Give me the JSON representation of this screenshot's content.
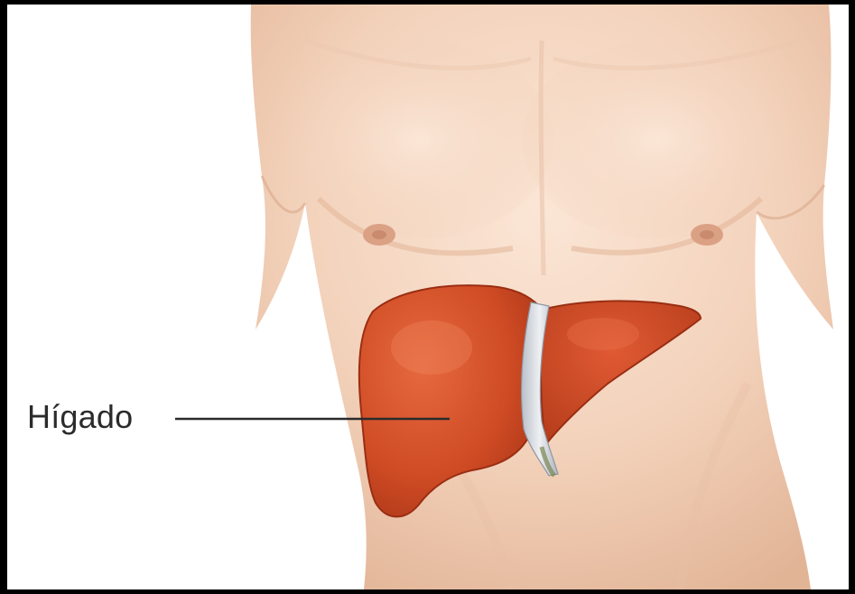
{
  "diagram": {
    "label": "Hígado"
  },
  "colors": {
    "background": "#000000",
    "canvas": "#ffffff",
    "skin_light": "#f6dcc8",
    "skin_mid": "#efc9b0",
    "skin_shadow": "#dca98c",
    "nipple": "#d79b82",
    "liver_light": "#e2633d",
    "liver_mid": "#c94521",
    "liver_dark": "#9f2f14",
    "ligament": "#d9dde3",
    "leader_line": "#2b2b2b"
  },
  "icons": {
    "torso": "torso-illustration",
    "liver": "liver-illustration"
  }
}
